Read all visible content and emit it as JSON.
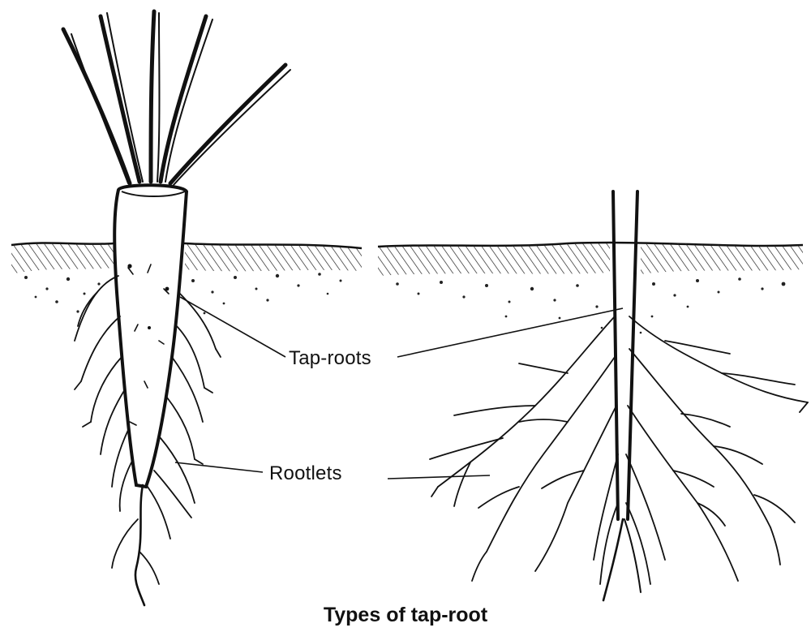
{
  "labels": {
    "tap_roots": "Tap-roots",
    "rootlets": "Rootlets"
  },
  "caption": "Types of tap-root",
  "colors": {
    "ink": "#111111",
    "background": "#ffffff"
  }
}
